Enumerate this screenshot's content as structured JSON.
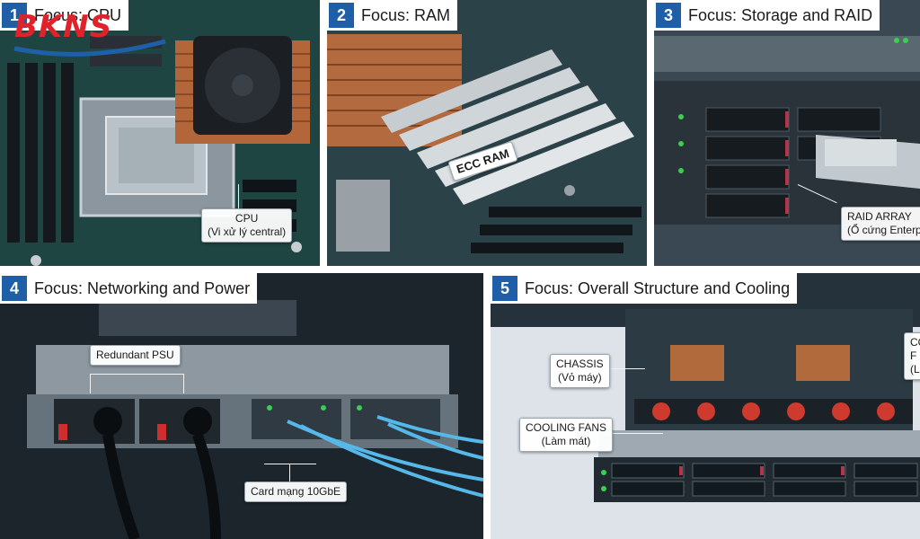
{
  "brand": {
    "logo_text": "BKNS",
    "colors": {
      "red": "#e0232b",
      "blue": "#1f5fa8"
    }
  },
  "panels": [
    {
      "number": "1",
      "title": "Focus: CPU",
      "callouts": [
        {
          "line1": "CPU",
          "line2": "(Vi xử lý central)"
        }
      ]
    },
    {
      "number": "2",
      "title": "Focus: RAM",
      "callouts": [
        {
          "line1": "ECC RAM"
        }
      ]
    },
    {
      "number": "3",
      "title": "Focus: Storage and RAID",
      "callouts": [
        {
          "line1": "RAID ARRAY",
          "line2": "(Ổ cứng Enterprise)"
        }
      ]
    },
    {
      "number": "4",
      "title": "Focus: Networking and Power",
      "callouts": [
        {
          "line1": "Redundant PSU"
        },
        {
          "line1": "Card mạng 10GbE"
        }
      ]
    },
    {
      "number": "5",
      "title": "Focus: Overall Structure and Cooling",
      "callouts": [
        {
          "line1": "CHASSIS",
          "line2": "(Vỏ máy)"
        },
        {
          "line1": "COOLING FANS",
          "line2": "(Làm mát)"
        },
        {
          "line1": "CO",
          "line2": "F",
          "line3": "(Là"
        }
      ]
    }
  ]
}
